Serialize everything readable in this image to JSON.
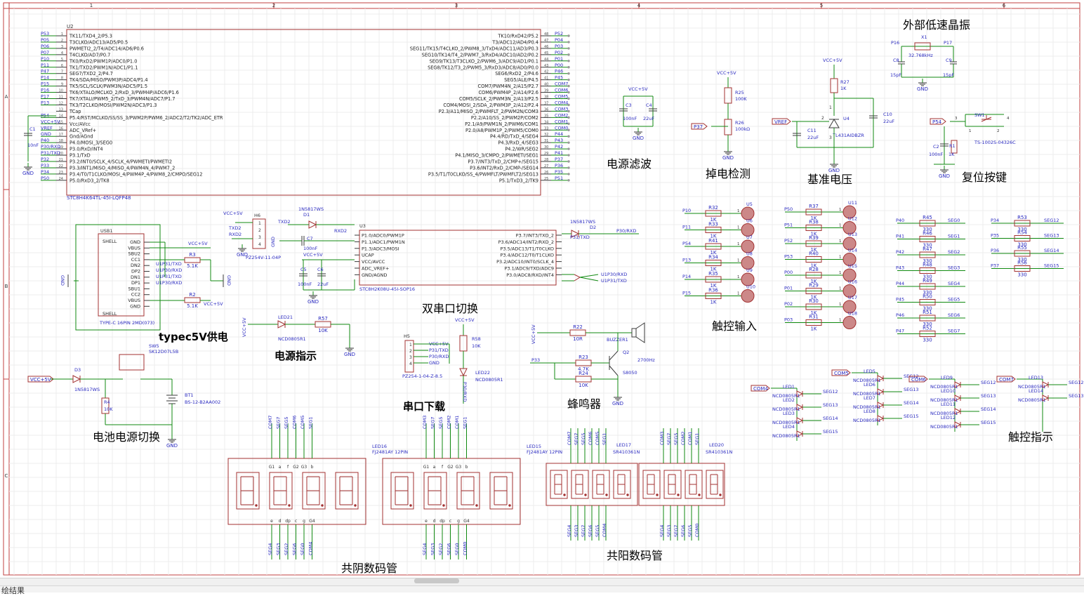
{
  "ruler": {
    "top": [
      "1",
      "2",
      "3",
      "4",
      "5",
      "6"
    ],
    "left": [
      "A",
      "B",
      "C"
    ]
  },
  "mcu_main": {
    "ref": "U2",
    "part": "STC8H4K64TL-45I-LQFP48",
    "left_pins": [
      {
        "net": "P53",
        "fn": "TK11/TXD4_2/P5.3"
      },
      {
        "net": "P05",
        "fn": "T3CLKO/ADC13/AD5/P0.5"
      },
      {
        "net": "P06",
        "fn": "PWMETI2_2/T4/ADC14/AD6/P0.6"
      },
      {
        "net": "P07",
        "fn": "T4CLKO/AD7/P0.7"
      },
      {
        "net": "P10",
        "fn": "TK0/RxD2/PWM1P/ADC0/P1.0"
      },
      {
        "net": "P11",
        "fn": "TK1/TXD2/PWM1N/ADC1/P1.1"
      },
      {
        "net": "P47",
        "fn": "SEG7/TXD2_2/P4.7"
      },
      {
        "net": "P14",
        "fn": "TK4/SDA/MISO/PWM3P/ADC4/P1.4"
      },
      {
        "net": "P15",
        "fn": "TK5/SCL/SCLK/PWM3N/ADC5/P1.5"
      },
      {
        "net": "P16",
        "fn": "TK6/XTALO/MCLKO_2/RxD_3/PWM4P/ADC6/P1.6"
      },
      {
        "net": "P17",
        "fn": "TK7/XTALI/PWM5_2/TxD_3/PWM4N/ADC7/P1.7"
      },
      {
        "net": "P13",
        "fn": "TK3/T2CLKO/MOSI/PWM2N/ADC3/P1.3"
      },
      {
        "net": "",
        "fn": "TCap"
      },
      {
        "net": "P54",
        "fn": "P5.4/RST/MCLKO/SS/SS_3/PWM2P/PWM6_2/ADC2/T2/TK2/ADC_ETR"
      },
      {
        "net": "VCC+5V",
        "fn": "Vcc/AVcc"
      },
      {
        "net": "VREF",
        "fn": "ADC_VRef+"
      },
      {
        "net": "GND",
        "fn": "Gnd/AGnd"
      },
      {
        "net": "P40",
        "fn": "P4.0/MOSI_3/SEG0"
      },
      {
        "net": "P30/RXD",
        "fn": "P3.0/RxD/INT4"
      },
      {
        "net": "P31/TXD",
        "fn": "P3.1/TxD"
      },
      {
        "net": "P32",
        "fn": "P3.2/INT0/SCLK_4/SCLK_4/PWMETI/PWMETI2"
      },
      {
        "net": "P33",
        "fn": "P3.3/INT1/MISO_4/MISO_4/PWM4N_4/PWM7_2"
      },
      {
        "net": "P34",
        "fn": "P3.4/T0/T1CLKO/MOSI_4/PWM4P_4/PWM8_2/CMPO/SEG12"
      },
      {
        "net": "P50",
        "fn": "P5.0/RxD3_2/TK8"
      }
    ],
    "right_pins": [
      {
        "net": "P52",
        "fn": "TK10/RxD42/P5.2"
      },
      {
        "net": "P04",
        "fn": "T3/ADC12/AD4/P0.4"
      },
      {
        "net": "P03",
        "fn": "SEG11/TK15/T4CLKO_2/PWM8_3/TxD4/ADC11/AD3/P0.3"
      },
      {
        "net": "P02",
        "fn": "SEG10/TK14/T4_2/PWM7_3/RxD4/ADC10/AD2/P0.2"
      },
      {
        "net": "P01",
        "fn": "SEG9/TK13/T3CLKO_2/PWM6_3/ADC9/AD1/P0.1"
      },
      {
        "net": "P00",
        "fn": "SEG8/TK12/T3_2/PWM5_3/RxD3/ADC8/AD0/P0.0"
      },
      {
        "net": "P46",
        "fn": "SEG6/RxD2_2/P4.6"
      },
      {
        "net": "P45",
        "fn": "SEG5/ALE/P4.5"
      },
      {
        "net": "COM7",
        "fn": "COM7/PWM4N_2/A15/P2.7"
      },
      {
        "net": "COM6",
        "fn": "COM6/PWM4P_2/A14/P2.6"
      },
      {
        "net": "COM5",
        "fn": "COM5/SCLK_2/PWM3N_2/A13/P2.5"
      },
      {
        "net": "COM4",
        "fn": "COM4/MOSI_2/SDA_2/PWM3P_2/A12/P2.4"
      },
      {
        "net": "COM3",
        "fn": "P2.3/A11/MISO_2/PWMFLT_2/PWM2N/COM3"
      },
      {
        "net": "COM2",
        "fn": "P2.2/A10/SS_2/PWM2P/COM2"
      },
      {
        "net": "COM1",
        "fn": "P2.1/A9/PWM1N_2/PWM6/COM1"
      },
      {
        "net": "COM0",
        "fn": "P2.0/A8/PWM1P_2/PWM5/COM0"
      },
      {
        "net": "P44",
        "fn": "P4.4/RD/TxD_4/SEG4"
      },
      {
        "net": "P43",
        "fn": "P4.3/RxD_4/SEG3"
      },
      {
        "net": "P42",
        "fn": "P4.2/WR/SEG2"
      },
      {
        "net": "P41",
        "fn": "P4.1/MISO_3/CMPO_2/PWMETI/SEG1"
      },
      {
        "net": "P37",
        "fn": "P3.7/INT3/TxD_2/CMP+/SEG15"
      },
      {
        "net": "P36",
        "fn": "P3.6/INT2/RxD_2/CMP-/SEG14"
      },
      {
        "net": "P35",
        "fn": "P3.5/T1/T0CLKO/SS_4/PWMFLT/PWMFLT2/SEG13"
      },
      {
        "net": "P51",
        "fn": "P5.1/TxD3_2/TK9"
      }
    ],
    "cap_ref": "C1",
    "cap_val": "10nF",
    "gnd": "GND"
  },
  "mcu_usb": {
    "ref": "U3",
    "part": "STC8H2K08U-45I-SOP16",
    "left": [
      "P1.0/ADC0/PWM1P",
      "P1.1/ADC1/PWM1N",
      "P1.3/ADC3/MOSI",
      "UCAP",
      "VCC/AVCC",
      "ADC_VREF+",
      "GND/AGND"
    ],
    "right": [
      "P3.7/INT3/TXD_2",
      "P3.6/ADC14/INT2/RXD_2",
      "P3.5/ADC13/T1/T0CLKO",
      "P3.4/ADC12/T0/T1CLKO",
      "P3.2/ADC10/INT0/SCLK_4",
      "P3.1/ADC9/TXD/ADC9",
      "P3.0/ADC8/RXD/INT4"
    ],
    "nets": [
      "TXD2",
      "RXD2",
      "P30/RXD",
      "P31/TXD",
      "U1P30/RXD",
      "U1P31/TXD"
    ]
  },
  "usb_conn": {
    "ref": "USB1",
    "part": "TYPE-C 16PIN 2MD(073)",
    "left": [
      "SHELL",
      "SHELL"
    ],
    "right": [
      "GND",
      "VBUS",
      "SBU2",
      "CC1",
      "DN2",
      "DP2",
      "DN1",
      "DP1",
      "SBU1",
      "CC2",
      "VBUS",
      "GND"
    ],
    "nets": [
      "U1P31/TXD",
      "U1P30/RXD",
      "U1P31/TXD",
      "U1P30/RXD"
    ],
    "r3": "R3",
    "r3v": "5.1K",
    "r2": "R2",
    "r2v": "5.1K",
    "vcc": "VCC+5V",
    "gnd": "GND"
  },
  "serial_header": {
    "ref": "H6",
    "part": "PZ254V-11-04P",
    "nets": [
      "VCC+5V",
      "TXD2",
      "RXD2",
      "GND"
    ]
  },
  "serial_caps": [
    {
      "ref": "D1",
      "val": "1N5817WS"
    },
    {
      "ref": "C7",
      "val": "100nF"
    },
    {
      "ref": "C5",
      "val": "100nF"
    },
    {
      "ref": "C6",
      "val": "22uF"
    },
    {
      "ref": "D2",
      "val": "1N5817WS"
    }
  ],
  "download_header": {
    "ref": "H5",
    "part": "PZ254-1-04-Z-8.5",
    "pins": [
      "VCC+5V",
      "P31/TXD",
      "P30/RXD",
      "GND"
    ]
  },
  "download_led": {
    "r": "R58",
    "rv": "10K",
    "led": "LED22",
    "ledv": "NCD0805R1",
    "vcc": "VCC+5V",
    "net": "P30/RXD"
  },
  "power_led": {
    "vcc": "VCC+5V",
    "led": "LED21",
    "ledv": "NCD0805R1",
    "r": "R57",
    "rv": "10K",
    "gnd": "GND"
  },
  "battery": {
    "vcc": "VCC+5V",
    "d": "D3",
    "dv": "1N5817WS",
    "sw": "SW5",
    "swv": "SK12D07L5B",
    "bt": "BT1",
    "btv": "BS-12-B2AA002",
    "r": "R4",
    "rv": "10K",
    "gnd": "GND"
  },
  "buzzer": {
    "vcc": "VCC+5V",
    "r22": "R22",
    "r22v": "10R",
    "r23": "R23",
    "r23v": "4.7K",
    "r24": "R24",
    "r24v": "10K",
    "q": "Q2",
    "qv": "S8050",
    "bz": "BUZZER1",
    "bzv": "2700Hz",
    "net": "P33",
    "gnd": "GND"
  },
  "filter": {
    "vcc": "VCC+5V",
    "c3": "C3",
    "c3v": "100nF",
    "c4": "C4",
    "c4v": "22uF",
    "gnd": "GND"
  },
  "powerdetect": {
    "vcc": "VCC+5V",
    "r25": "R25",
    "r25v": "100K",
    "r26": "R26",
    "r26v": "100kΩ",
    "net": "P37",
    "gnd": "GND"
  },
  "vref": {
    "vcc": "VCC+5V",
    "r27": "R27",
    "r27v": "1K",
    "u4": "U4",
    "u4v": "TL431AIDBZR",
    "c10": "C10",
    "c10v": "22uF",
    "c11": "C11",
    "c11v": "22uF",
    "net": "VREF",
    "gnd": "GND",
    "pins": [
      "2",
      "1",
      "3"
    ]
  },
  "crystal": {
    "p16": "P16",
    "p17": "P17",
    "x1": "X1",
    "x1v": "32.768kHz",
    "c8": "C8",
    "c8v": "15pF",
    "c9": "C9",
    "c9v": "15pF",
    "gnd": "GND"
  },
  "reset": {
    "net": "P54",
    "sw": "SW1",
    "swv": "TS-1002S-04326C",
    "c2": "C2",
    "c2v": "100nF",
    "r1": "R1",
    "r1v": "1K",
    "gnd": "GND",
    "pins": [
      "3",
      "4",
      "1",
      "2"
    ]
  },
  "touch_a": [
    {
      "net": "P10",
      "r": "R32",
      "rv": "1K",
      "u": "U5"
    },
    {
      "net": "P11",
      "r": "R33",
      "rv": "1K",
      "u": "U6"
    },
    {
      "net": "P54",
      "r": "R41",
      "rv": "1K",
      "u": "U7"
    },
    {
      "net": "P13",
      "r": "R34",
      "rv": "1K",
      "u": "U8"
    },
    {
      "net": "P14",
      "r": "R35",
      "rv": "1K",
      "u": "U9"
    },
    {
      "net": "P15",
      "r": "R36",
      "rv": "1K",
      "u": "U10"
    }
  ],
  "touch_b": [
    {
      "net": "P50",
      "r": "R37",
      "rv": "1K",
      "u": "U11"
    },
    {
      "net": "P51",
      "r": "R38",
      "rv": "1K",
      "u": "U12"
    },
    {
      "net": "P52",
      "r": "R39",
      "rv": "1K",
      "u": "U13"
    },
    {
      "net": "P53",
      "r": "R40",
      "rv": "1K",
      "u": "U14"
    },
    {
      "net": "P00",
      "r": "R28",
      "rv": "1K",
      "u": "U15"
    },
    {
      "net": "P01",
      "r": "R29",
      "rv": "1K",
      "u": "U16"
    },
    {
      "net": "P02",
      "r": "R30",
      "rv": "1K",
      "u": "U17"
    },
    {
      "net": "P03",
      "r": "R31",
      "rv": "1K",
      "u": "U18"
    }
  ],
  "seg_res_a": [
    {
      "net": "P40",
      "r": "R45",
      "rv": "330",
      "seg": "SEG0"
    },
    {
      "net": "P41",
      "r": "R46",
      "rv": "330",
      "seg": "SEG1"
    },
    {
      "net": "P42",
      "r": "R47",
      "rv": "330",
      "seg": "SEG2"
    },
    {
      "net": "P43",
      "r": "R48",
      "rv": "330",
      "seg": "SEG3"
    },
    {
      "net": "P44",
      "r": "R49",
      "rv": "330",
      "seg": "SEG4"
    },
    {
      "net": "P45",
      "r": "R50",
      "rv": "330",
      "seg": "SEG5"
    },
    {
      "net": "P46",
      "r": "R51",
      "rv": "330",
      "seg": "SEG6"
    },
    {
      "net": "P47",
      "r": "R52",
      "rv": "330",
      "seg": "SEG7"
    }
  ],
  "seg_res_b": [
    {
      "net": "P34",
      "r": "R53",
      "rv": "330",
      "seg": "SEG12"
    },
    {
      "net": "P35",
      "r": "R54",
      "rv": "330",
      "seg": "SEG13"
    },
    {
      "net": "P36",
      "r": "R55",
      "rv": "330",
      "seg": "SEG14"
    },
    {
      "net": "P37",
      "r": "R56",
      "rv": "330",
      "seg": "SEG15"
    }
  ],
  "touch_leds": [
    {
      "com": "COM4",
      "leds": [
        "LED1",
        "LED2",
        "LED3",
        "LED4"
      ],
      "segs": [
        "SEG12",
        "SEG13",
        "SEG14",
        "SEG15"
      ],
      "part": "NCD0805R1"
    },
    {
      "com": "COM5",
      "leds": [
        "LED5",
        "LED6",
        "LED7",
        "LED8"
      ],
      "segs": [
        "SEG12",
        "SEG13",
        "SEG14",
        "SEG15"
      ],
      "part": "NCD0805R1"
    },
    {
      "com": "COM6",
      "leds": [
        "LED9",
        "LED10",
        "LED11",
        "LED12"
      ],
      "segs": [
        "SEG12",
        "SEG13",
        "SEG14",
        "SEG15"
      ],
      "part": "NCD0805R1"
    },
    {
      "com": "COM7",
      "leds": [
        "LED13",
        "LED14"
      ],
      "segs": [
        "SEG12",
        "SEG13"
      ],
      "part": "NCD0805R1"
    }
  ],
  "displays": [
    {
      "ref": "LED16",
      "part": "FJ2481AY 12PIN",
      "top": [
        "COM7",
        "SEG7",
        "SEG5",
        "COM6",
        "COM5",
        "SEG1"
      ],
      "toppins": [
        "G1",
        "a",
        "f",
        "G2",
        "G3",
        "b"
      ],
      "bot": [
        "SEG4",
        "SEG3",
        "SEG2",
        "SEG6",
        "SEG0",
        "COM4"
      ],
      "botpins": [
        "e",
        "d",
        "dp",
        "c",
        "g",
        "G4"
      ]
    },
    {
      "ref": "LED15",
      "part": "FJ2481AY 12PIN",
      "top": [
        "COM3",
        "SEG7",
        "SEG5",
        "COM2",
        "COM1",
        "SEG1"
      ],
      "toppins": [
        "G1",
        "a",
        "f",
        "G2",
        "G3",
        "b"
      ],
      "bot": [
        "SEG4",
        "SEG3",
        "SEG2",
        "SEG6",
        "SEG0",
        "COM0"
      ],
      "botpins": [
        "e",
        "d",
        "dp",
        "c",
        "g",
        "G4"
      ]
    },
    {
      "ref": "LED17",
      "part": "SR410361N",
      "top": [
        "COM7",
        "SEG7",
        "SEG5",
        "COM6",
        "COM5",
        "SEG1"
      ],
      "bot": [
        "SEG4",
        "SEG3",
        "SEG7",
        "SEG6",
        "SEG5",
        "COM4"
      ]
    },
    {
      "ref": "LED20",
      "part": "SR410361N",
      "top": [
        "COM3",
        "SEG7",
        "SEG5",
        "COM2",
        "COM1",
        "SEG1"
      ],
      "bot": [
        "SEG4",
        "SEG3",
        "SEG7",
        "SEG6",
        "SEG5",
        "COM0"
      ]
    }
  ],
  "labels": {
    "crystal": "外部低速晶振",
    "filter": "电源滤波",
    "powerdetect": "掉电检测",
    "vref": "基准电压",
    "reset": "复位按键",
    "typec": "typec5V供电",
    "powerled": "电源指示",
    "dualserial": "双串口切换",
    "download": "串口下载",
    "buzzer": "蜂鸣器",
    "battery": "电池电源切换",
    "touchin": "触控输入",
    "touchled": "触控指示",
    "cc": "共阴数码管",
    "ca": "共阳数码管"
  },
  "status": {
    "text": "绘结果"
  }
}
